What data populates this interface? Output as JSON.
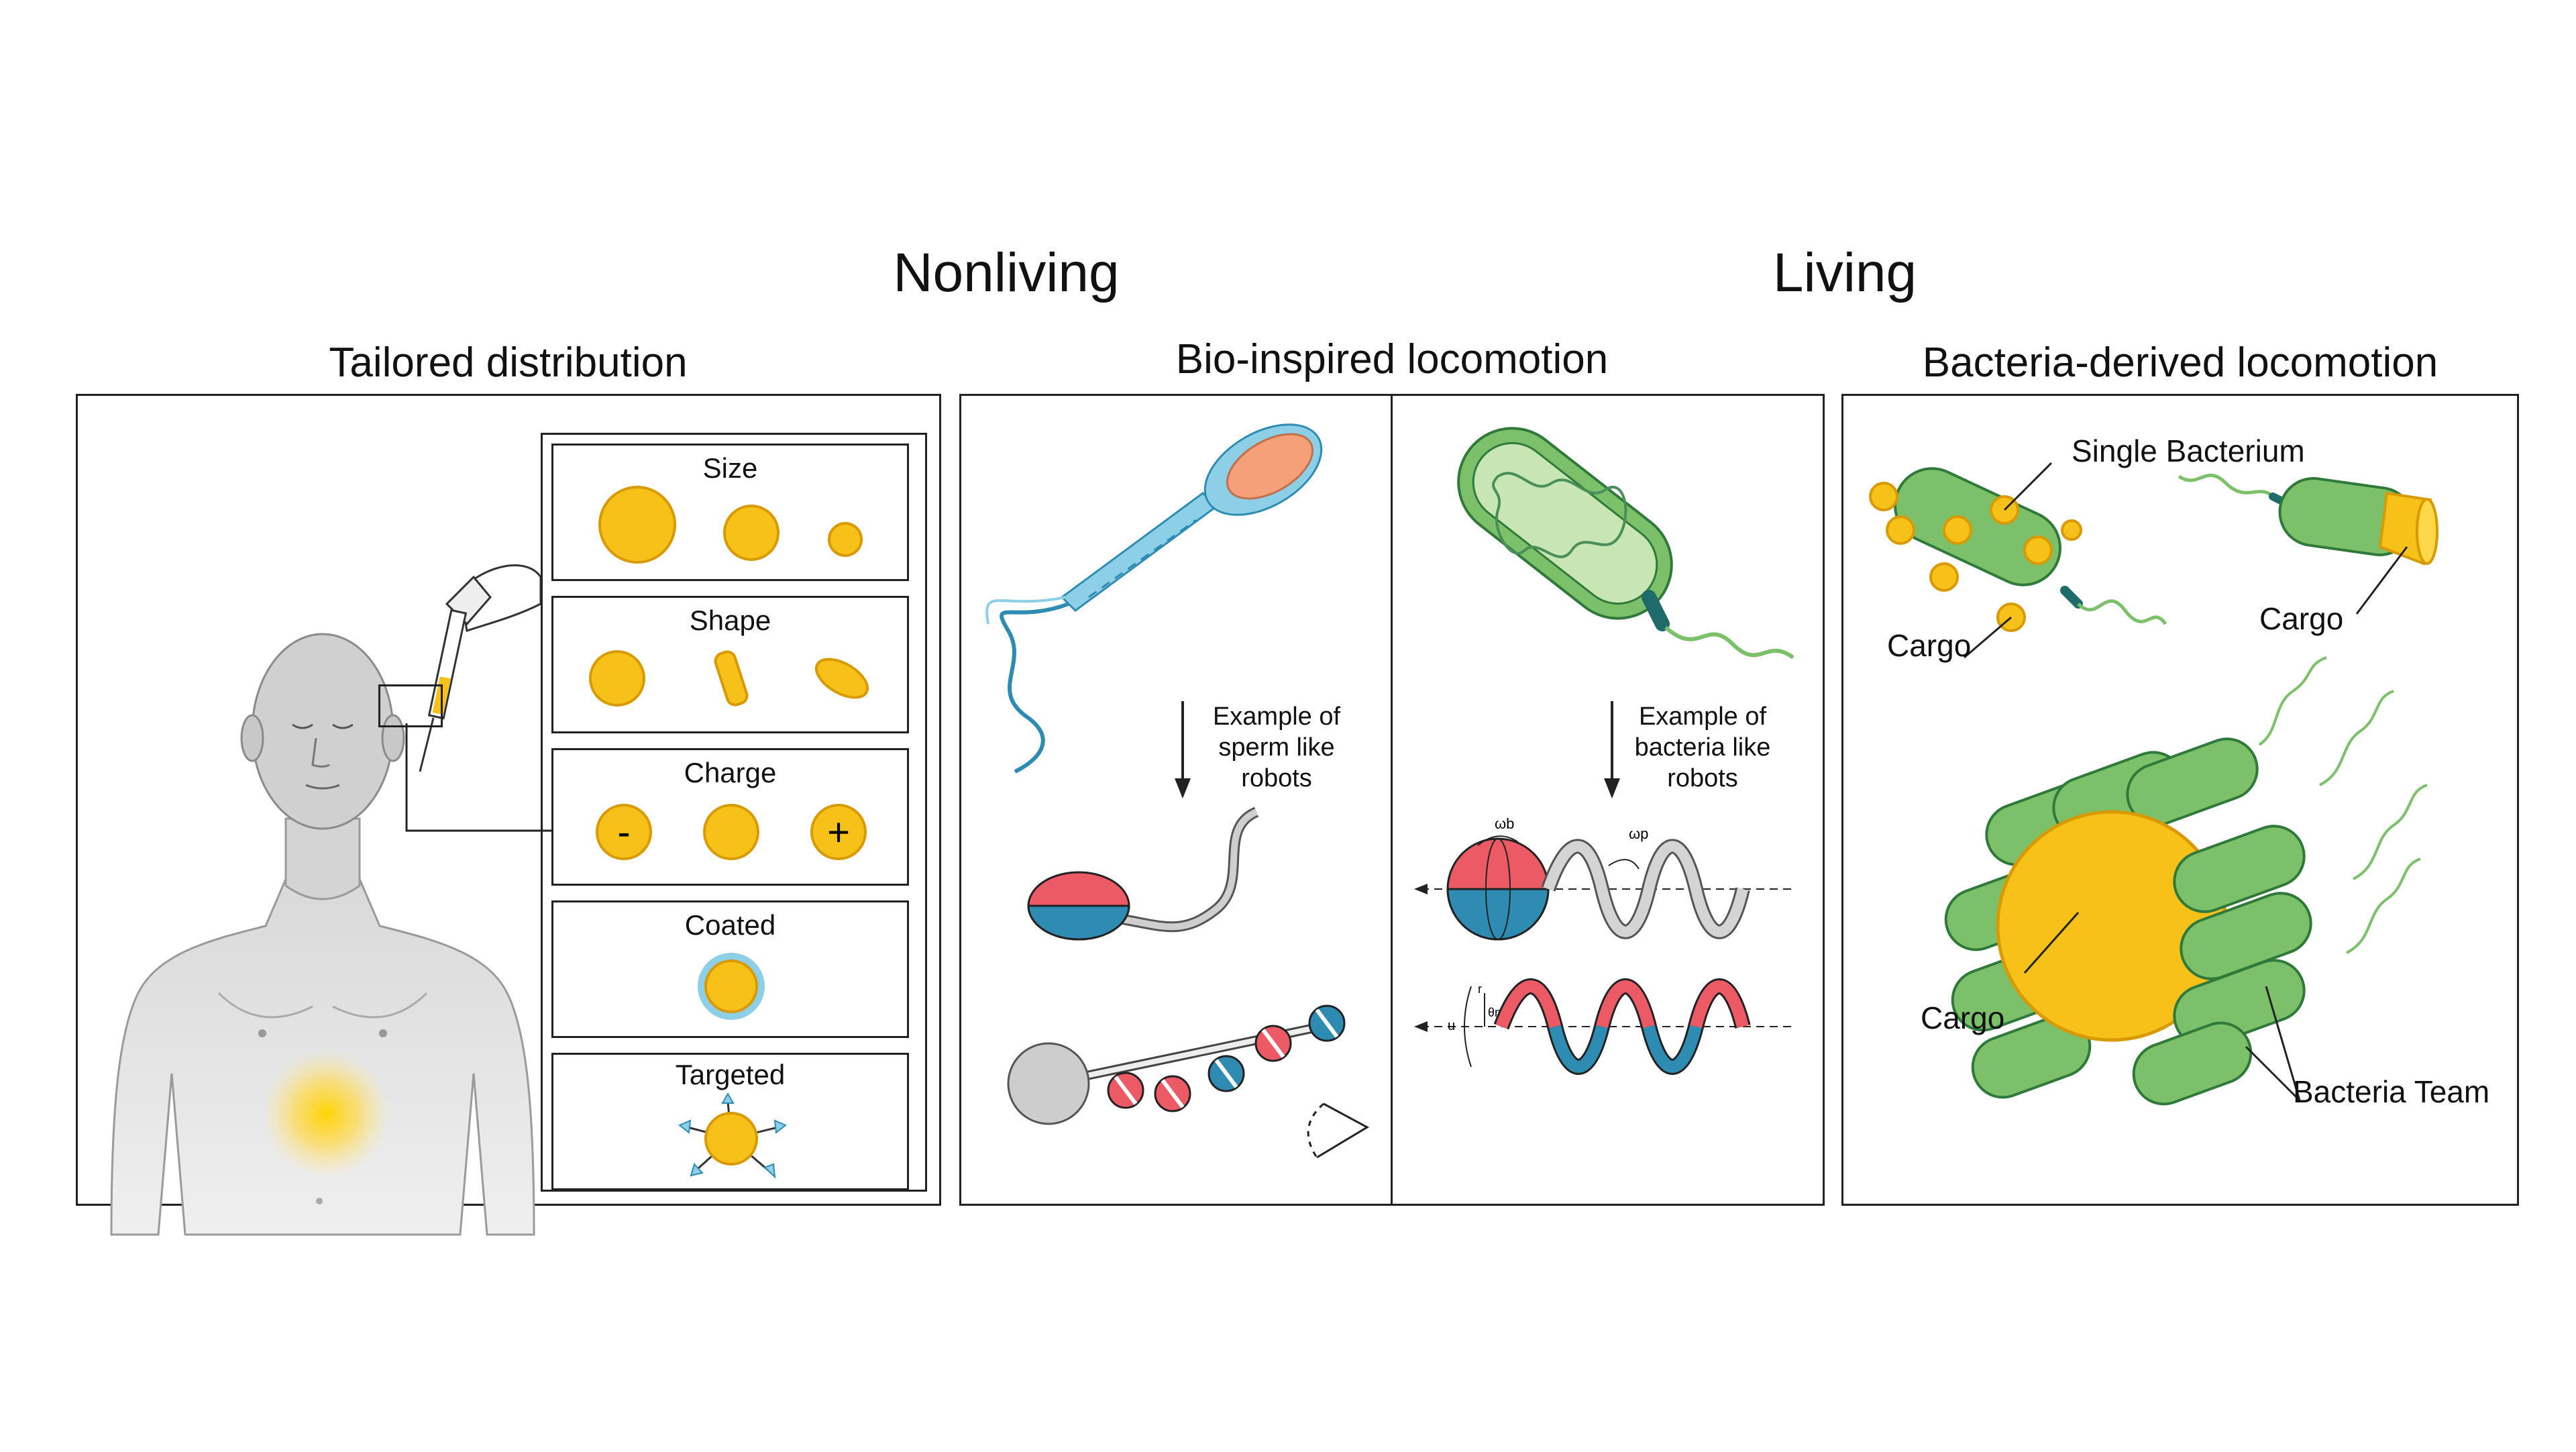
{
  "headings": {
    "nonliving": "Nonliving",
    "living": "Living"
  },
  "panels": {
    "tailored": {
      "title": "Tailored distribution",
      "boxes": [
        "Size",
        "Shape",
        "Charge",
        "Coated",
        "Targeted"
      ],
      "charge_symbols": {
        "negative": "-",
        "positive": "+"
      }
    },
    "bio": {
      "title": "Bio-inspired locomotion",
      "sperm_example": [
        "Example of",
        "sperm like",
        "robots"
      ],
      "bacteria_example": [
        "Example of",
        "bacteria like",
        "robots"
      ],
      "symbols": {
        "omega_b": "ωb",
        "omega_p": "ωp",
        "theta": "θm",
        "u": "u",
        "r": "r"
      }
    },
    "bacteria": {
      "title": "Bacteria-derived locomotion",
      "single_bacterium": "Single Bacterium",
      "cargo_1": "Cargo",
      "cargo_2": "Cargo",
      "cargo_3": "Cargo",
      "bacteria_team": "Bacteria Team"
    }
  },
  "colors": {
    "particle": "#f6c21a",
    "particle_edge": "#d99a00",
    "red": "#ec5a66",
    "blue": "#2e8cb3",
    "green": "#7cc06a",
    "sperm_blue": "#8ecfe8"
  }
}
